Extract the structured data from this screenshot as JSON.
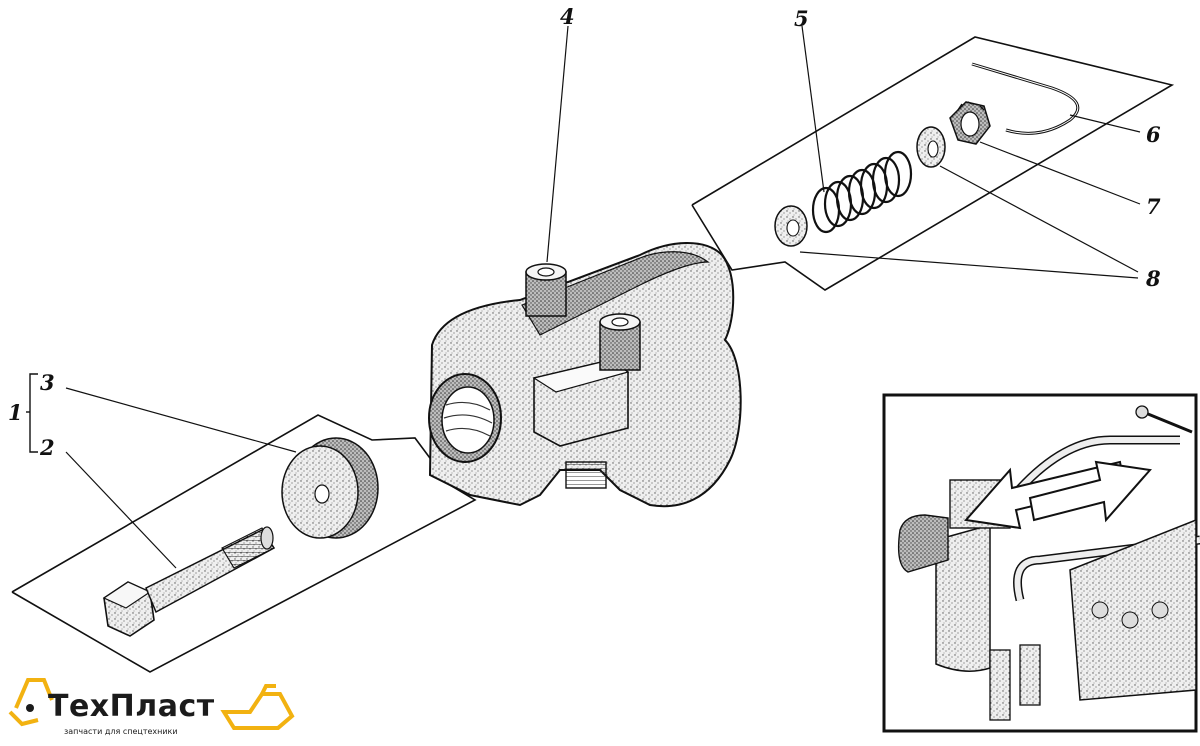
{
  "callouts": {
    "c1": "1",
    "c2": "2",
    "c3": "3",
    "c4": "4",
    "c5": "5",
    "c6": "6",
    "c7": "7",
    "c8": "8"
  },
  "logo": {
    "name": "ТехПласт",
    "tagline": "запчасти для спецтехники",
    "accent_color": "#f2b211"
  },
  "icons": [
    "excavator-logo-icon",
    "bulldozer-logo-icon"
  ]
}
